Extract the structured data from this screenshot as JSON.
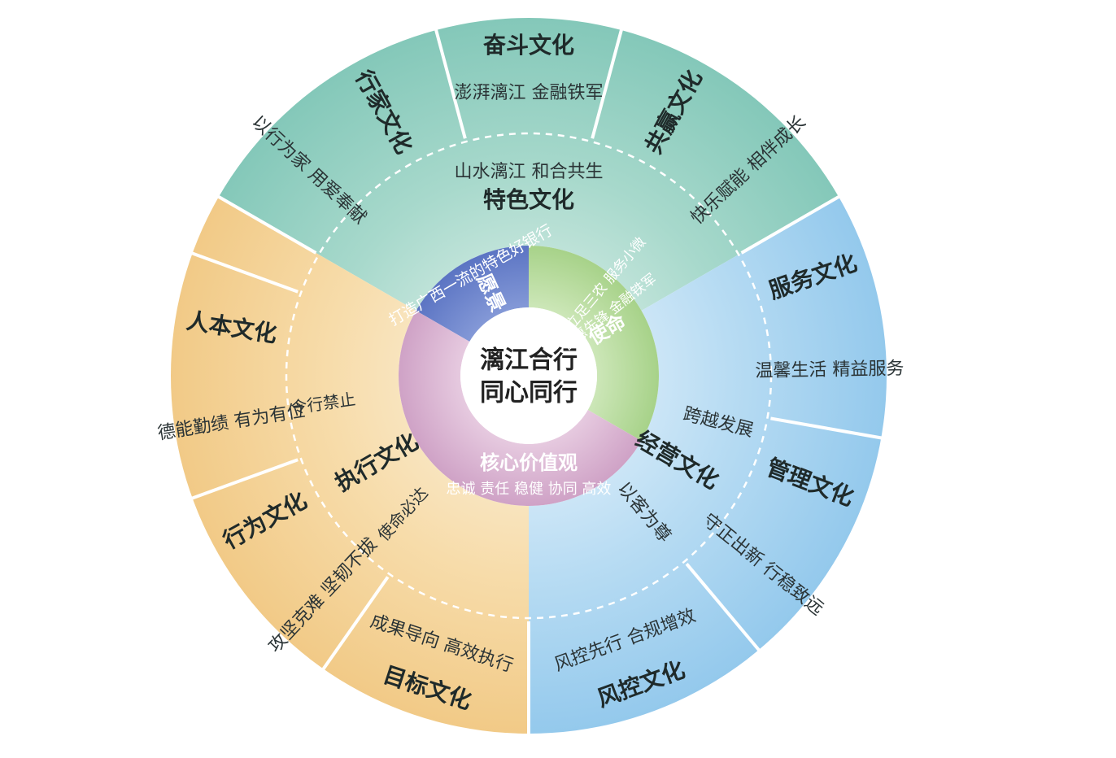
{
  "center": {
    "line1": "漓江合行",
    "line2": "同心同行"
  },
  "core": [
    {
      "id": "vision",
      "title": "愿景",
      "text": "打造广西一流的特色好银行"
    },
    {
      "id": "mission",
      "title": "使命",
      "text_line1": "立足三农 服务小微",
      "text_line2": "普惠先锋 金融铁军"
    },
    {
      "id": "values",
      "title": "核心价值观",
      "text": "忠诚 责任 稳健 协同 高效"
    }
  ],
  "middle": [
    {
      "id": "tese",
      "title": "特色文化",
      "text": "山水漓江 和合共生"
    },
    {
      "id": "jingying",
      "title": "经营文化",
      "text_line1": "以客为尊",
      "text_line2": "跨越发展"
    },
    {
      "id": "zhixing",
      "title": "执行文化",
      "text_line1": "令行禁止",
      "text_line2": "使命必达"
    }
  ],
  "outer": [
    {
      "id": "fendou",
      "title": "奋斗文化",
      "text": "澎湃漓江 金融铁军"
    },
    {
      "id": "gongying",
      "title": "共赢文化",
      "text": "快乐赋能 相伴成长"
    },
    {
      "id": "fuwu",
      "title": "服务文化",
      "text": "温馨生活 精益服务"
    },
    {
      "id": "guanli",
      "title": "管理文化",
      "text": "守正出新 行稳致远"
    },
    {
      "id": "fengkong",
      "title": "风控文化",
      "text": "风控先行 合规增效"
    },
    {
      "id": "mubiao",
      "title": "目标文化",
      "text": "成果导向 高效执行"
    },
    {
      "id": "xingwei",
      "title": "行为文化",
      "text": "攻坚克难 坚韧不拔"
    },
    {
      "id": "renben",
      "title": "人本文化",
      "text": "德能勤绩 有为有位"
    },
    {
      "id": "hangjia",
      "title": "行家文化",
      "text": "以行为家 用爱奉献"
    }
  ],
  "colors": {
    "teal": "#8fcfc2",
    "blue": "#a9d4ef",
    "orange": "#f4d39c",
    "core_blue": "#6e86cc",
    "core_green": "#b9db9f",
    "core_pink": "#dcb6d3"
  }
}
